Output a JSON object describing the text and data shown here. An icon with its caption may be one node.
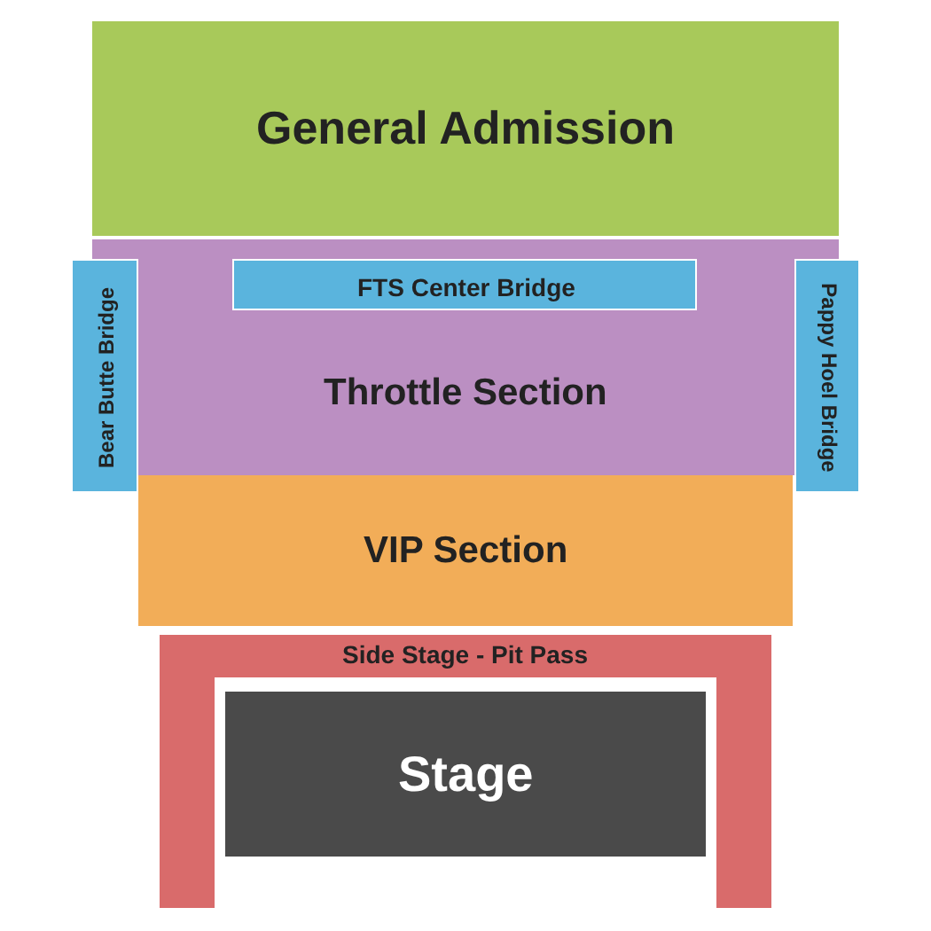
{
  "diagram": {
    "nodes": [
      {
        "text": [
          "General Admission"
        ]
      },
      {
        "text": [
          "Throttle Section"
        ]
      },
      {
        "text": [
          "FTS Center Bridge"
        ],
        "in": 1
      },
      {
        "text": [
          "Bear Butte Bridge"
        ]
      },
      {
        "text": [
          "Pappy Hoel Bridge"
        ]
      },
      {
        "text": [
          "VIP Section"
        ]
      },
      {
        "text": [
          "Side Stage - Pit Pass"
        ]
      },
      {
        "text": [
          "Stage"
        ],
        "in": 6
      }
    ]
  }
}
